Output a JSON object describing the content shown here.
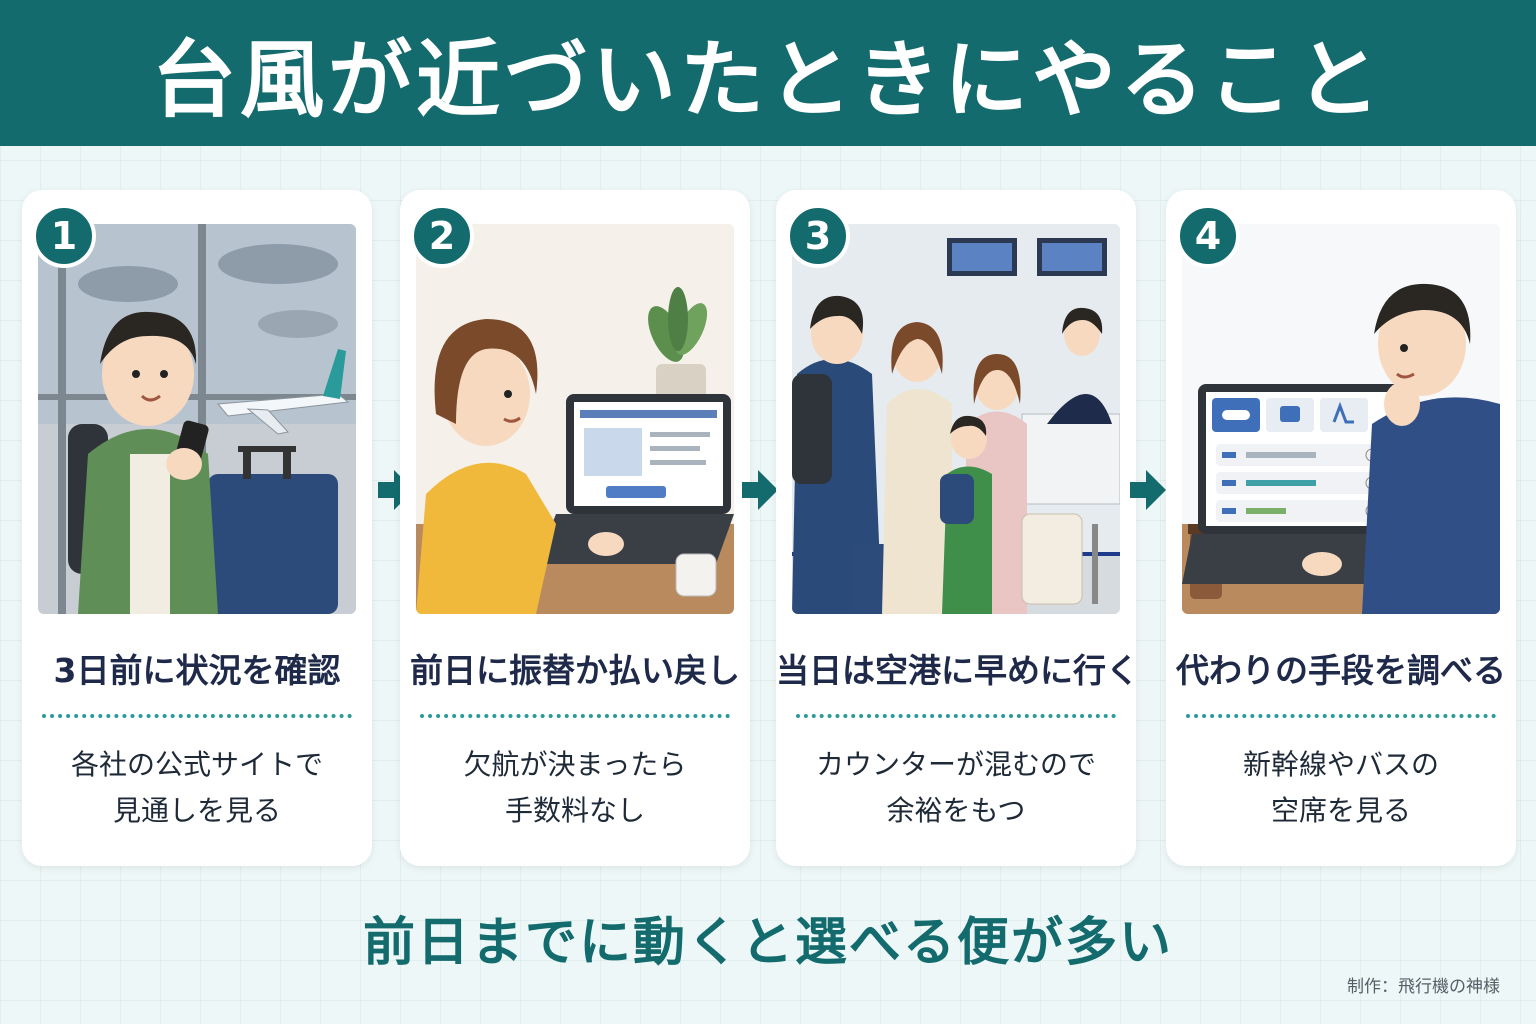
{
  "header": {
    "title": "台風が近づいたときにやること"
  },
  "steps": [
    {
      "number": "1",
      "title": "3日前に状況を確認",
      "desc_line1": "各社の公式サイトで",
      "desc_line2": "見通しを見る",
      "scene": "person-checking-phone-at-airport"
    },
    {
      "number": "2",
      "title": "前日に振替か払い戻し",
      "desc_line1": "欠航が決まったら",
      "desc_line2": "手数料なし",
      "scene": "woman-using-laptop"
    },
    {
      "number": "3",
      "title": "当日は空港に早めに行く",
      "desc_line1": "カウンターが混むので",
      "desc_line2": "余裕をもつ",
      "scene": "queue-at-airport-counter"
    },
    {
      "number": "4",
      "title": "代わりの手段を調べる",
      "desc_line1": "新幹線やバスの",
      "desc_line2": "空席を見る",
      "scene": "man-searching-transport-on-laptop"
    }
  ],
  "footer": {
    "message": "前日までに動くと選べる便が多い",
    "credit": "制作：飛行機の神様"
  },
  "colors": {
    "accent": "#136b6d",
    "dots": "#2a9a9a",
    "background": "#eef7f7"
  }
}
